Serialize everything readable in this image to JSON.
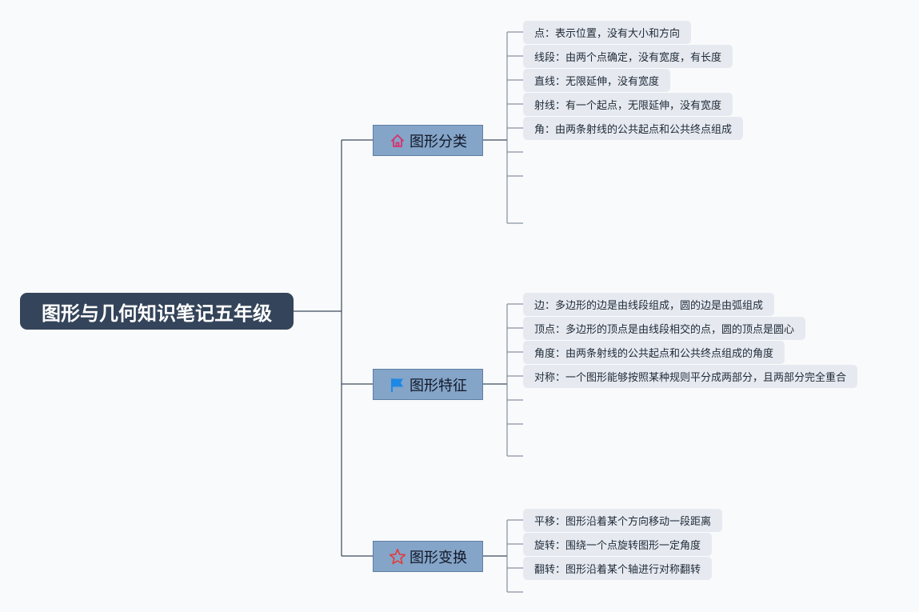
{
  "root": {
    "title": "图形与几何知识笔记五年级"
  },
  "branches": [
    {
      "label": "图形分类",
      "icon": "home-icon",
      "icon_color": "#d6336c",
      "items": [
        "点：表示位置，没有大小和方向",
        "线段：由两个点确定，没有宽度，有长度",
        "直线：无限延伸，没有宽度",
        "射线：有一个起点，无限延伸，没有宽度",
        "角：由两条射线的公共起点和公共终点组成"
      ]
    },
    {
      "label": "图形特征",
      "icon": "flag-icon",
      "icon_color": "#1e88e5",
      "items": [
        "边：多边形的边是由线段组成，圆的边是由弧组成",
        "顶点：多边形的顶点是由线段相交的点，圆的顶点是圆心",
        "角度：由两条射线的公共起点和公共终点组成的角度",
        "对称：一个图形能够按照某种规则平分成两部分，且两部分完全重合"
      ]
    },
    {
      "label": "图形变换",
      "icon": "star-icon",
      "icon_color": "#e53935",
      "items": [
        "平移：图形沿着某个方向移动一段距离",
        "旋转：围绕一个点旋转图形一定角度",
        "翻转：图形沿着某个轴进行对称翻转"
      ]
    }
  ],
  "colors": {
    "background": "#f9fafb",
    "root_fill": "#34445a",
    "branch_fill": "#84a4c8",
    "leaf_fill": "#e6eaf0",
    "line": "#3b4a5e"
  }
}
